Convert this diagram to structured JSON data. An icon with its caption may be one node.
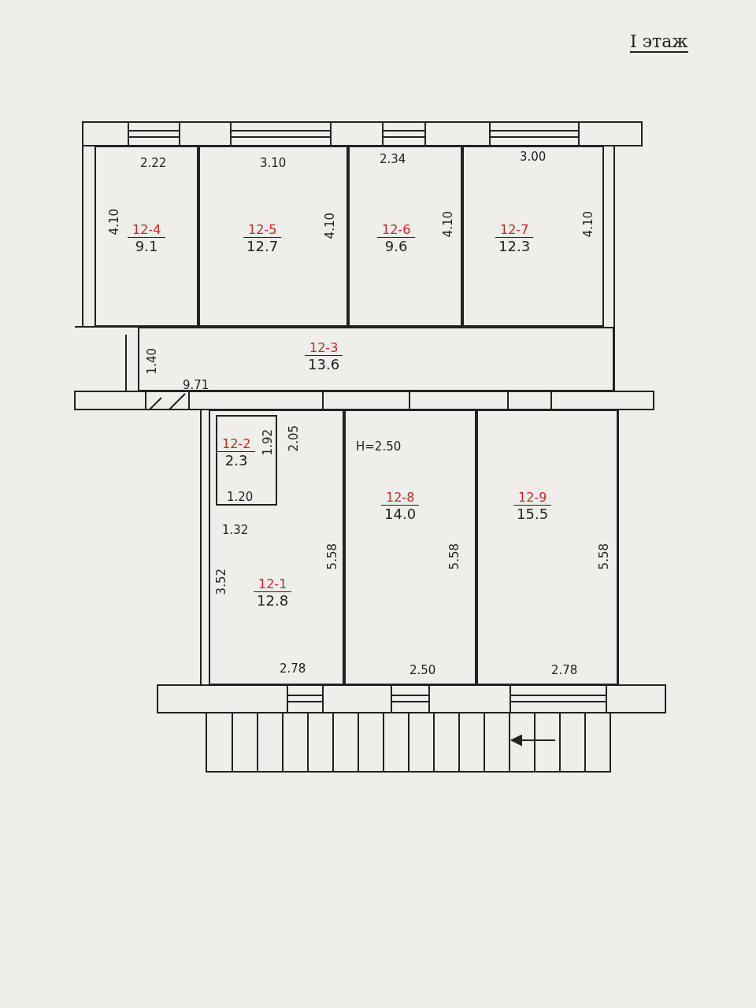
{
  "diagram": {
    "title": "I этаж",
    "nodes": [
      {
        "text": [
          "12-4",
          "9.1"
        ]
      },
      {
        "text": [
          "12-5",
          "12.7"
        ]
      },
      {
        "text": [
          "12-6",
          "9.6"
        ]
      },
      {
        "text": [
          "12-7",
          "12.3"
        ]
      },
      {
        "text": [
          "12-3",
          "13.6"
        ]
      },
      {
        "text": [
          "12-1",
          "12.8"
        ]
      },
      {
        "text": [
          "12-2",
          "2.3"
        ],
        "in": 5
      },
      {
        "text": [
          "12-8",
          "14.0"
        ]
      },
      {
        "text": [
          "12-9",
          "15.5"
        ]
      }
    ],
    "labels": [
      "2.22",
      "3.10",
      "2.34",
      "3.00",
      "4.10",
      "4.10",
      "4.10",
      "4.10",
      "1.40",
      "9.71",
      "1.92",
      "2.05",
      "Н=2.50",
      "1.20",
      "1.32",
      "5.58",
      "5.58",
      "3.52",
      "5.58",
      "2.78",
      "2.50",
      "2.78"
    ]
  }
}
